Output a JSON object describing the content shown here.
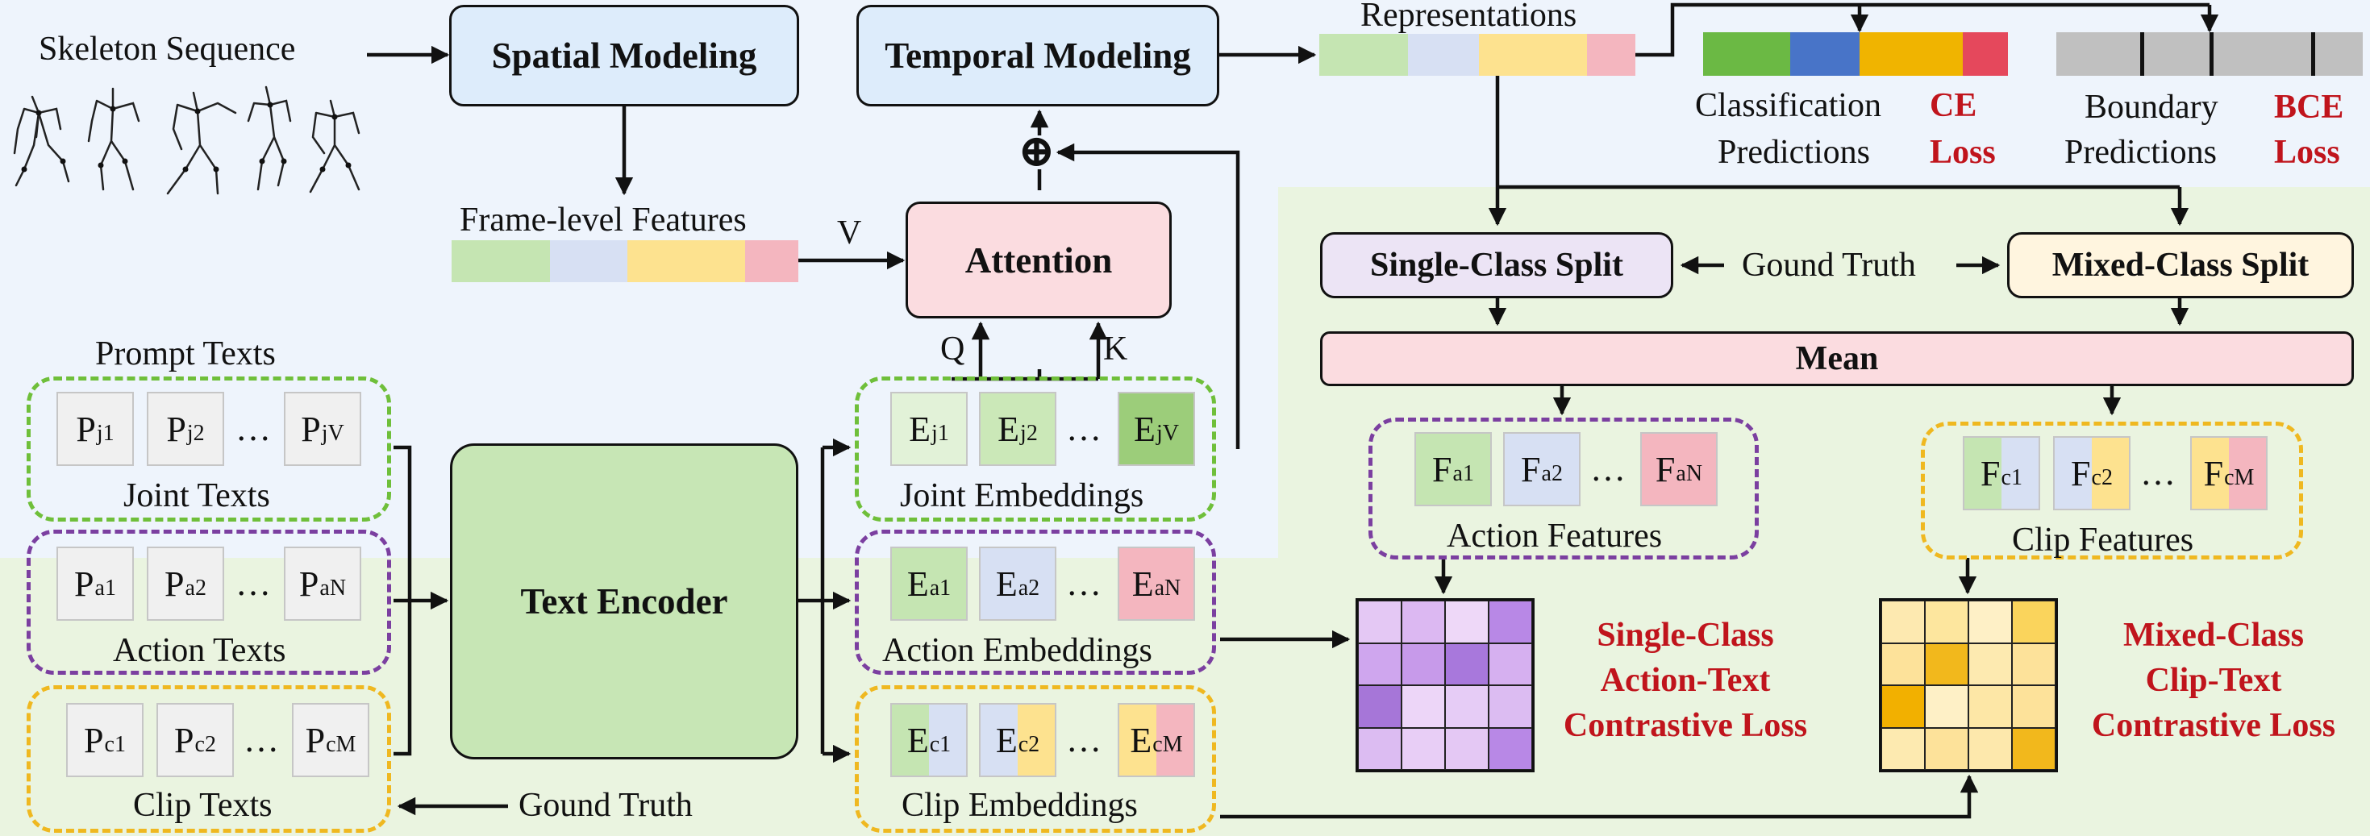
{
  "skeleton_label": "Skeleton Sequence",
  "spatial_modeling": "Spatial Modeling",
  "temporal_modeling": "Temporal Modeling",
  "representations": "Representations",
  "classification_line1": "Classification",
  "classification_line2": "Predictions",
  "ce_line1": "CE",
  "ce_line2": "Loss",
  "boundary_line1": "Boundary",
  "boundary_line2": "Predictions",
  "bce_line1": "BCE",
  "bce_line2": "Loss",
  "frame_features": "Frame-level Features",
  "v_label": "V",
  "q_label": "Q",
  "k_label": "K",
  "attention": "Attention",
  "plus_symbol": "⊕",
  "single_split": "Single-Class Split",
  "mixed_split": "Mixed-Class Split",
  "ground_truth_top": "Gound Truth",
  "mean": "Mean",
  "prompt_texts": "Prompt Texts",
  "text_encoder": "Text Encoder",
  "joint_texts": "Joint Texts",
  "action_texts": "Action Texts",
  "clip_texts": "Clip Texts",
  "ground_truth_bottom": "Gound Truth",
  "joint_embeddings": "Joint Embeddings",
  "action_embeddings": "Action Embeddings",
  "clip_embeddings": "Clip Embeddings",
  "action_features": "Action Features",
  "clip_features": "Clip Features",
  "single_loss_line1": "Single-Class",
  "single_loss_line2": "Action-Text",
  "single_loss_line3": "Contrastive Loss",
  "mixed_loss_line1": "Mixed-Class",
  "mixed_loss_line2": "Clip-Text",
  "mixed_loss_line3": "Contrastive Loss",
  "ellipsis": "…",
  "prompt_joint_tokens": [
    {
      "base": "P",
      "sub": "j1"
    },
    {
      "base": "P",
      "sub": "j2"
    },
    {
      "base": "P",
      "sub": "jV"
    }
  ],
  "prompt_action_tokens": [
    {
      "base": "P",
      "sub": "a1"
    },
    {
      "base": "P",
      "sub": "a2"
    },
    {
      "base": "P",
      "sub": "aN"
    }
  ],
  "prompt_clip_tokens": [
    {
      "base": "P",
      "sub": "c1"
    },
    {
      "base": "P",
      "sub": "c2"
    },
    {
      "base": "P",
      "sub": "cM"
    }
  ],
  "joint_emb_tokens": [
    {
      "base": "E",
      "sub": "j1"
    },
    {
      "base": "E",
      "sub": "j2"
    },
    {
      "base": "E",
      "sub": "jV"
    }
  ],
  "action_emb_tokens": [
    {
      "base": "E",
      "sub": "a1"
    },
    {
      "base": "E",
      "sub": "a2"
    },
    {
      "base": "E",
      "sub": "aN"
    }
  ],
  "clip_emb_tokens": [
    {
      "base": "E",
      "sub": "c1"
    },
    {
      "base": "E",
      "sub": "c2"
    },
    {
      "base": "E",
      "sub": "cM"
    }
  ],
  "action_feat_tokens": [
    {
      "base": "F",
      "sub": "a1"
    },
    {
      "base": "F",
      "sub": "a2"
    },
    {
      "base": "F",
      "sub": "aN"
    }
  ],
  "clip_feat_tokens": [
    {
      "base": "F",
      "sub": "c1"
    },
    {
      "base": "F",
      "sub": "c2"
    },
    {
      "base": "F",
      "sub": "cM"
    }
  ],
  "colors": {
    "bg_blue": "#eef4fc",
    "bg_green": "#eaf4e0",
    "box_blue": "#ddecfb",
    "box_pink": "#fbdce0",
    "box_green": "#c7e6b5",
    "box_lavender": "#ece4f5",
    "box_cream": "#fff5df",
    "dash_green": "#6fbf3a",
    "dash_purple": "#7b3fa0",
    "dash_yellow": "#efb820",
    "feat_green": "#c5e5b2",
    "feat_blue": "#d7e0f3",
    "feat_yellow": "#fde28f",
    "feat_pink": "#f4b6bf",
    "pred_green": "#6bb944",
    "pred_blue": "#4874c8",
    "pred_yellow": "#f0b400",
    "pred_red": "#e5485c",
    "pred_gray": "#c0c0c0",
    "loss_red": "#c0141c"
  }
}
